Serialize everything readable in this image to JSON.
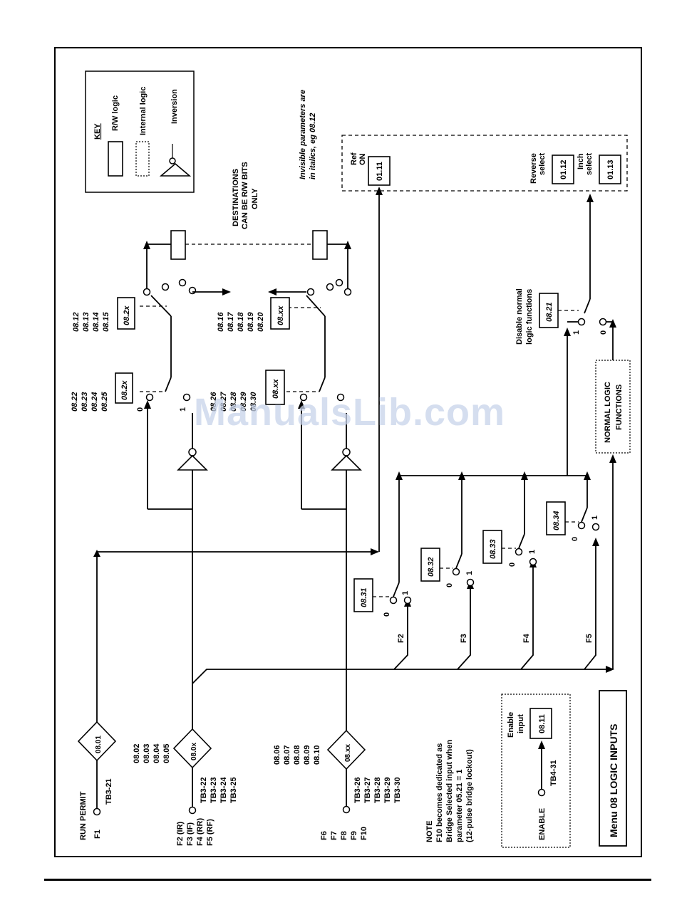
{
  "key": {
    "title": "KEY",
    "rw_logic": "R/W logic",
    "internal_logic": "Internal logic",
    "inversion": "Inversion"
  },
  "notes": {
    "invisible_line1": "Invisible parameters are",
    "invisible_line2": "in italics, eg 08.12",
    "dest_line1": "DESTINATIONS",
    "dest_line2": "CAN BE R/W BITS",
    "dest_line3": "ONLY",
    "note_title": "NOTE",
    "note_line1": "F10 becomes dedicated as",
    "note_line2": "Bridge Selected input when",
    "note_line3": "parameter 05.21 = 1",
    "note_line4": "(12-pulse bridge lockout)",
    "disable_line1": "Disable normal",
    "disable_line2": "logic functions"
  },
  "inputs": {
    "run_permit": "RUN PERMIT",
    "f1": "F1",
    "tb3_21": "TB3-21",
    "p0801": "08.01",
    "group1_terms": [
      "F2 (IR)",
      "F3 (IF)",
      "F4 (RR)",
      "F5 (RF)"
    ],
    "group1_tbs": [
      "TB3-22",
      "TB3-23",
      "TB3-24",
      "TB3-25"
    ],
    "group1_params": [
      "08.02",
      "08.03",
      "08.04",
      "08.05"
    ],
    "group1_diamond": "08.0x",
    "group2_terms": [
      "F6",
      "F7",
      "F8",
      "F9",
      "F10"
    ],
    "group2_tbs": [
      "TB3-26",
      "TB3-27",
      "TB3-28",
      "TB3-29",
      "TB3-30"
    ],
    "group2_params": [
      "08.06",
      "08.07",
      "08.08",
      "08.09",
      "08.10"
    ],
    "group2_diamond": "08.xx"
  },
  "inversion_selectors": {
    "top_params": [
      "08.22",
      "08.23",
      "08.24",
      "08.25"
    ],
    "top_box": "08.2x",
    "bottom_params": [
      "08.26",
      "08.27",
      "08.28",
      "08.29",
      "08.30"
    ],
    "bottom_box": "08.xx"
  },
  "destination_selectors": {
    "top_params": [
      "08.12",
      "08.13",
      "08.14",
      "08.15"
    ],
    "top_box": "08.2x",
    "bottom_params": [
      "08.16",
      "08.17",
      "08.18",
      "08.19",
      "08.20"
    ],
    "bottom_box": "08.xx"
  },
  "function_selectors": {
    "boxes": [
      "08.31",
      "08.32",
      "08.33",
      "08.34"
    ],
    "inputs": [
      "F2",
      "F3",
      "F4",
      "F5"
    ],
    "zero": "0",
    "one": "1"
  },
  "normal_logic": {
    "line1": "NORMAL LOGIC",
    "line2": "FUNCTIONS",
    "disable_param": "08.21"
  },
  "outputs": {
    "ref_label1": "Ref",
    "ref_label2": "ON",
    "ref_param": "01.11",
    "rev_label1": "Reverse",
    "rev_label2": "select",
    "rev_param": "01.12",
    "inch_label1": "Inch",
    "inch_label2": "select",
    "inch_param": "01.13"
  },
  "enable": {
    "label1": "Enable",
    "label2": "input",
    "param": "08.11",
    "enable_text": "ENABLE",
    "terminal": "TB4-31"
  },
  "menu_title": "Menu 08  LOGIC INPUTS",
  "watermark": "ManualsLib.com"
}
